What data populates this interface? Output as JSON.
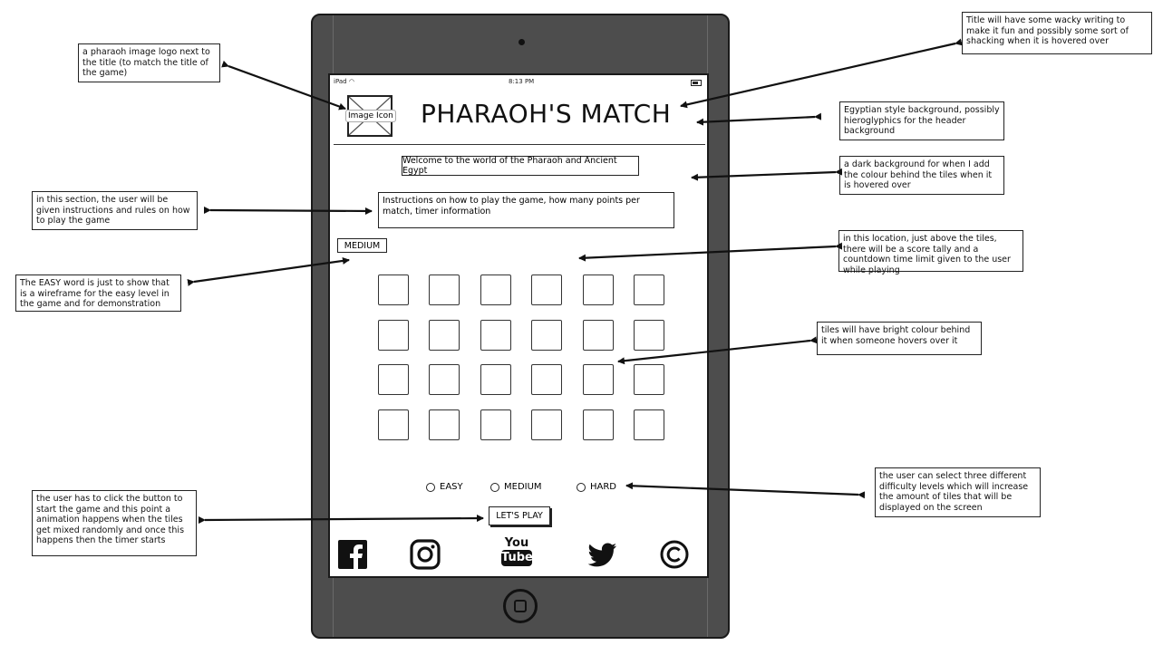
{
  "notes": {
    "logo": "a pharaoh image logo next to the title (to match the title of the game)",
    "title": "Title will have some wacky writing to make it fun and possibly some sort of shacking when it is hovered over",
    "background": "Egyptian style background, possibly hieroglyphics for the header background",
    "dark_bg": "a dark background for when I add the colour behind the tiles when it is hovered over",
    "instructions": "in this section, the user will be given instructions and rules on how to play the game",
    "score": "in this location, just above the tiles, there will be a score tally and a countdown time limit given to the user while playing",
    "easy_word": "The EASY word is just to show that is a wireframe for the easy level in the game and for demonstration purposes",
    "tiles": "tiles will have bright colour behind it when someone hovers over it",
    "difficulty": "the user can select three different difficulty levels which will increase the amount of tiles that will be displayed on the screen",
    "play_button": "the user has to click the button to start the game and this point a animation happens when the tiles get mixed randomly and once this happens then the timer starts"
  },
  "status_bar": {
    "carrier": "iPad",
    "time": "8:13 PM"
  },
  "header": {
    "logo_label": "Image Icon",
    "title": "PHARAOH'S MATCH"
  },
  "welcome": "Welcome to the world of the Pharaoh and Ancient Egypt",
  "instructions": "Instructions on how to play the game, how many points per match, timer information",
  "current_level": "MEDIUM",
  "tiles": {
    "rows": 4,
    "cols": 6
  },
  "difficulty_options": [
    "EASY",
    "MEDIUM",
    "HARD"
  ],
  "play_button": "LET'S PLAY",
  "footer_icons": [
    "facebook-icon",
    "instagram-icon",
    "youtube-icon",
    "twitter-icon",
    "copyright-icon"
  ],
  "youtube_text": {
    "top": "You",
    "bottom": "Tube"
  }
}
